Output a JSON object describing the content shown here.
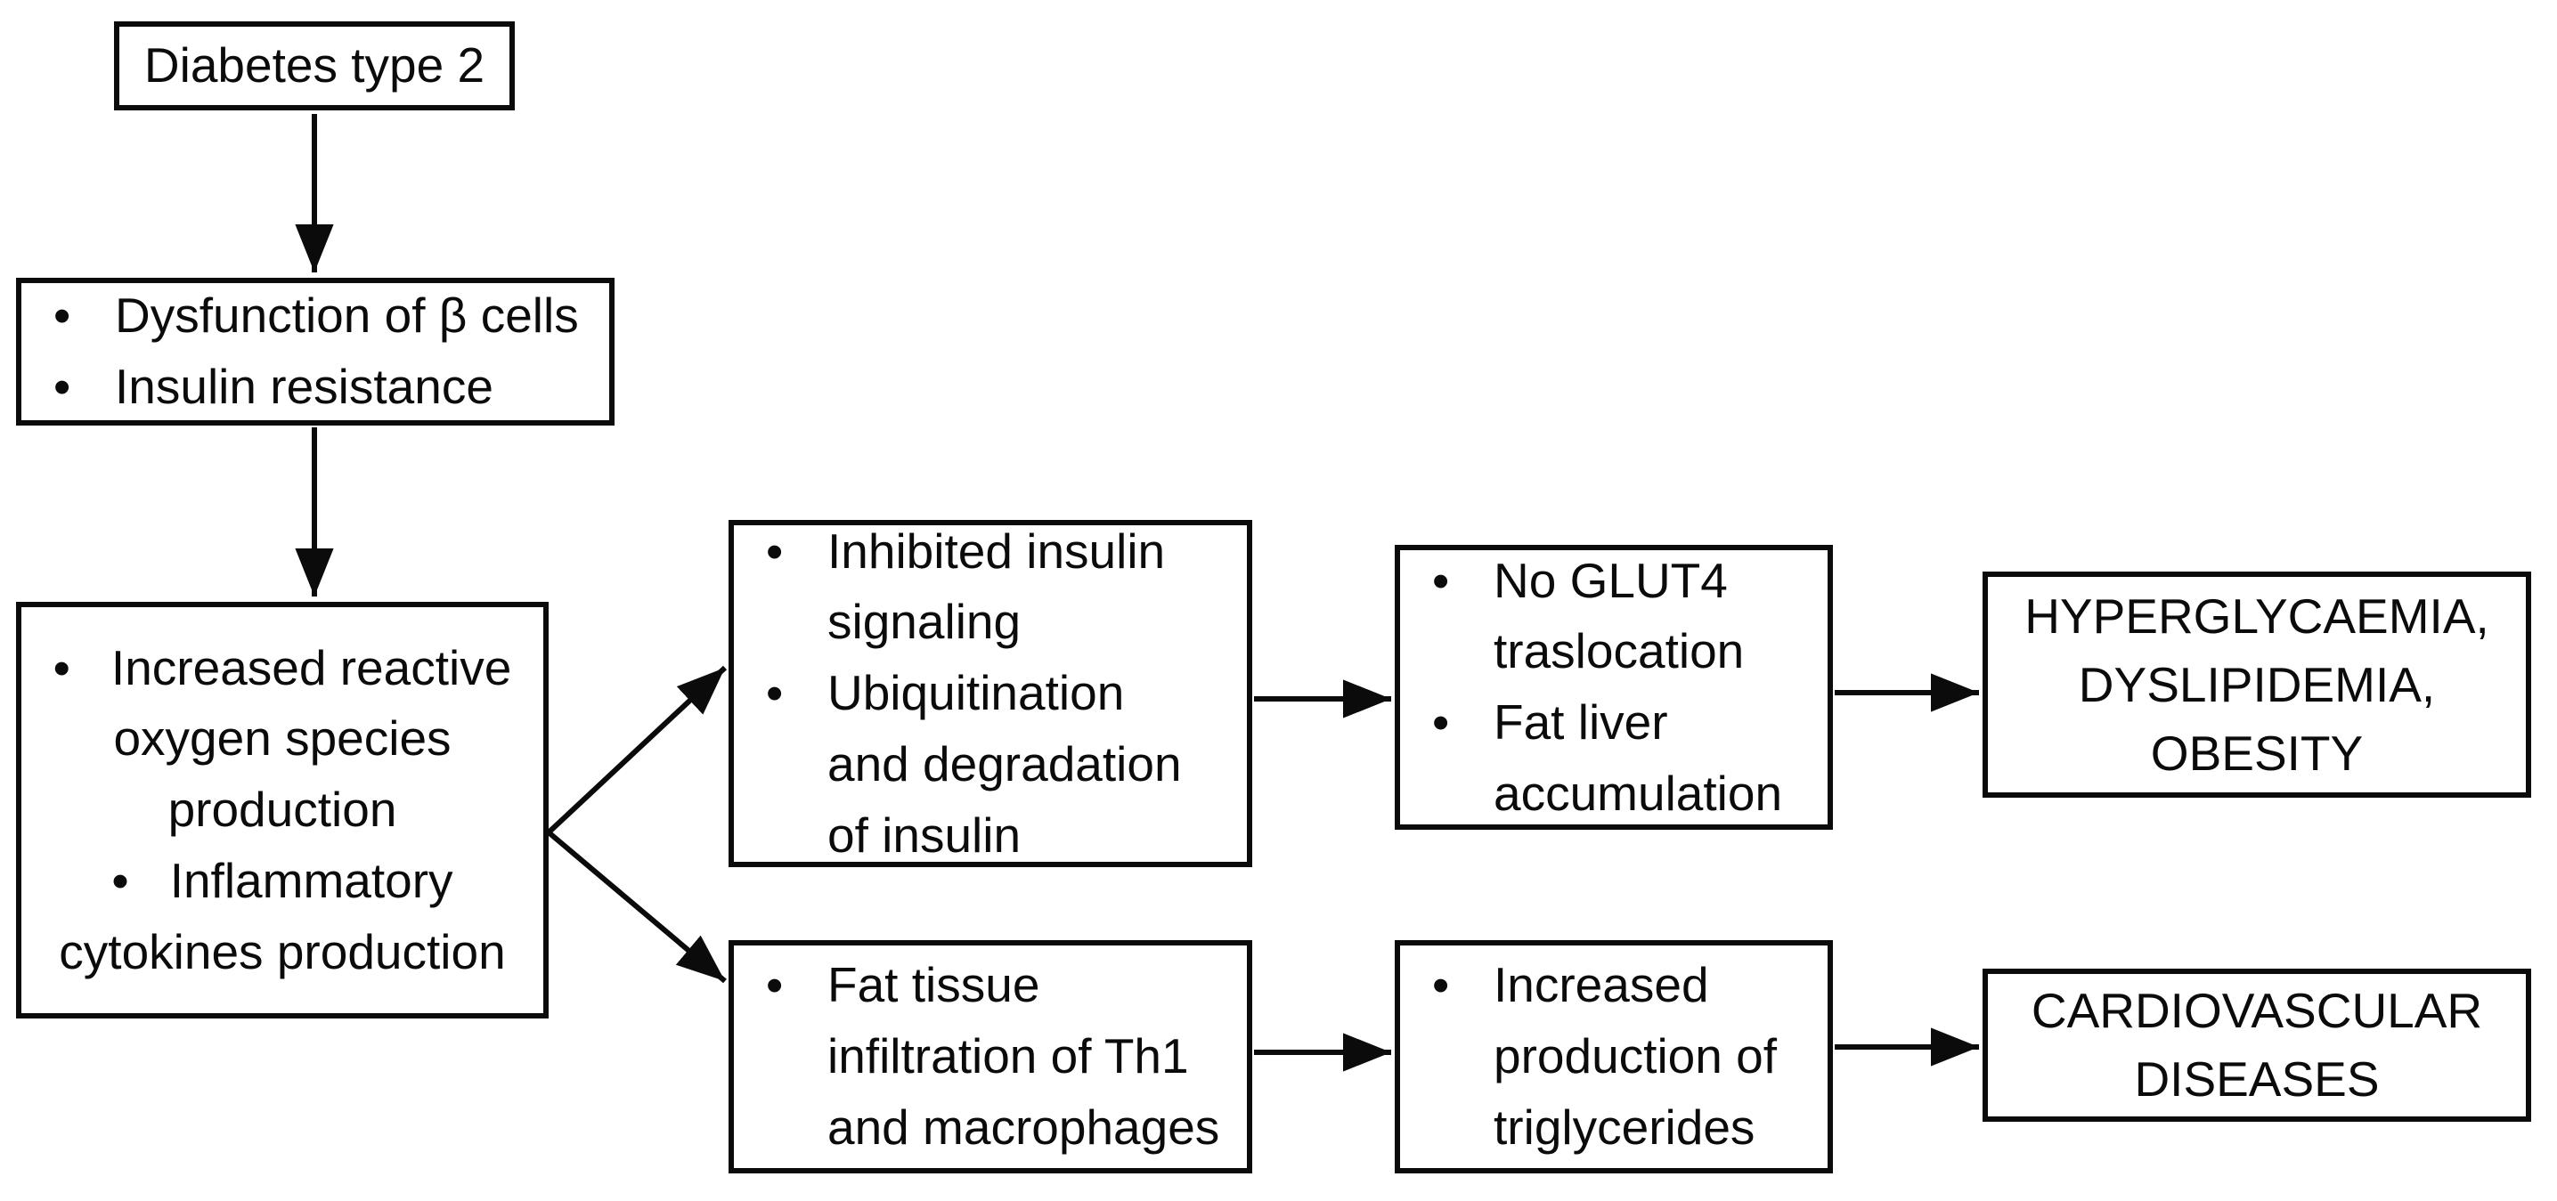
{
  "flowchart": {
    "nodes": {
      "diabetes": {
        "label": "Diabetes type 2"
      },
      "beta_cells": {
        "bullets": [
          "Dysfunction of β cells",
          "Insulin resistance"
        ]
      },
      "ros": {
        "bullets": [
          "Increased reactive oxygen species production",
          "Inflammatory cytokines production"
        ]
      },
      "insulin_signaling": {
        "bullets": [
          "Inhibited insulin signaling",
          "Ubiquitination and degradation of insulin"
        ]
      },
      "glut4": {
        "bullets": [
          "No GLUT4 traslocation",
          "Fat liver accumulation"
        ]
      },
      "hyperglycaemia": {
        "lines": [
          "HYPERGLYCAEMIA,",
          "DYSLIPIDEMIA,",
          "OBESITY"
        ]
      },
      "fat_tissue": {
        "bullets": [
          "Fat tissue infiltration of Th1 and macrophages"
        ]
      },
      "triglycerides": {
        "bullets": [
          "Increased production of triglycerides"
        ]
      },
      "cardiovascular": {
        "lines": [
          "CARDIOVASCULAR",
          "DISEASES"
        ]
      }
    },
    "edges": [
      {
        "from": "diabetes",
        "to": "beta_cells"
      },
      {
        "from": "beta_cells",
        "to": "ros"
      },
      {
        "from": "ros",
        "to": "insulin_signaling"
      },
      {
        "from": "ros",
        "to": "fat_tissue"
      },
      {
        "from": "insulin_signaling",
        "to": "glut4"
      },
      {
        "from": "glut4",
        "to": "hyperglycaemia"
      },
      {
        "from": "fat_tissue",
        "to": "triglycerides"
      },
      {
        "from": "triglycerides",
        "to": "cardiovascular"
      }
    ],
    "colors": {
      "background": "#ffffff",
      "box_fill": "#ffffff",
      "box_border": "#0b0b0b",
      "text": "#0b0b0b",
      "arrow": "#0b0b0b"
    }
  }
}
